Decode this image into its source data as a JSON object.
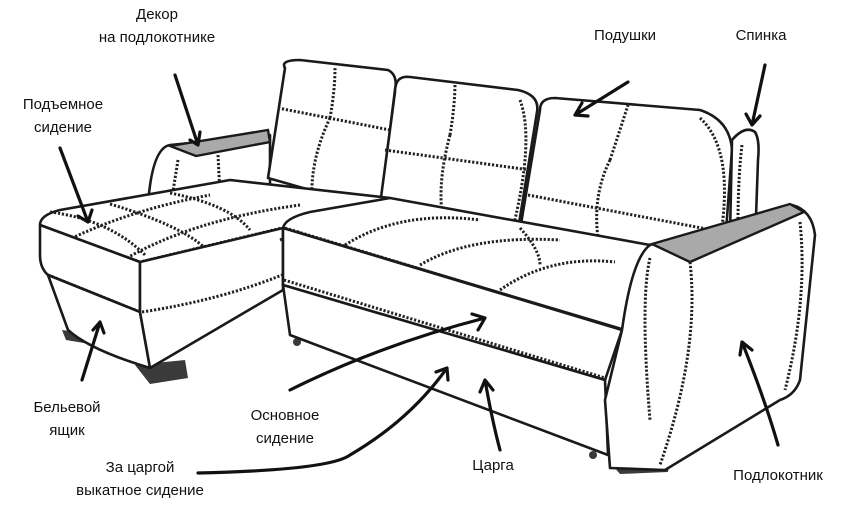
{
  "labels": {
    "armrest_decor": [
      "Декор",
      "на подлокотнике"
    ],
    "lift_seat": [
      "Подъемное",
      "сидение"
    ],
    "cushions": "Подушки",
    "backrest": "Спинка",
    "linen_box": [
      "Бельевой",
      "ящик"
    ],
    "main_seat": [
      "Основное",
      "сидение"
    ],
    "rollout_seat": [
      "За царгой",
      "выкатное сидение"
    ],
    "frame_rail": "Царга",
    "armrest": "Подлокотник"
  },
  "colors": {
    "decor": "#a9a9a9",
    "line": "#1a1a1a",
    "feet": "#3a3a3a"
  }
}
